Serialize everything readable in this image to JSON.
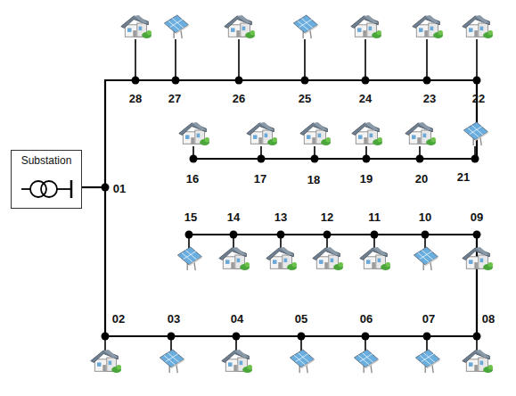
{
  "diagram": {
    "nodes": [
      {
        "text": [
          "Substation"
        ]
      }
    ],
    "labels": [
      "01",
      "02",
      "03",
      "04",
      "05",
      "06",
      "07",
      "08",
      "09",
      "10",
      "11",
      "12",
      "13",
      "14",
      "15",
      "16",
      "17",
      "18",
      "19",
      "20",
      "21",
      "22",
      "23",
      "24",
      "25",
      "26",
      "27",
      "28"
    ]
  }
}
